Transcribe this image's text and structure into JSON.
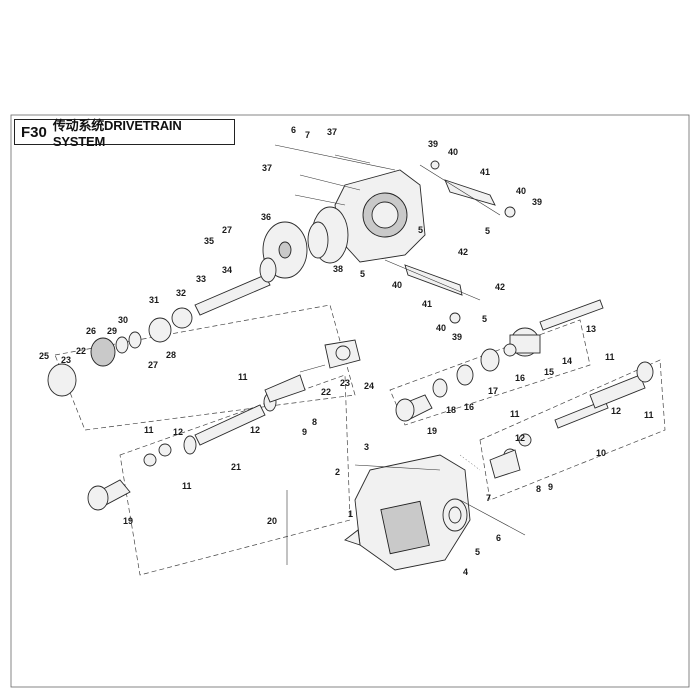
{
  "header": {
    "code": "F30",
    "title": "传动系统DRIVETRAIN SYSTEM"
  },
  "callouts": {
    "l1": "1",
    "l2": "2",
    "l3": "3",
    "l4": "4",
    "l5a": "5",
    "l5b": "5",
    "l5c": "5",
    "l5d": "5",
    "l5e": "5",
    "l6a": "6",
    "l6b": "6",
    "l7a": "7",
    "l7b": "7",
    "l8a": "8",
    "l8b": "8",
    "l9a": "9",
    "l9b": "9",
    "l10": "10",
    "l11a": "11",
    "l11b": "11",
    "l11c": "11",
    "l11d": "11",
    "l11e": "11",
    "l11f": "11",
    "l12a": "12",
    "l12b": "12",
    "l12c": "12",
    "l12d": "12",
    "l13": "13",
    "l14": "14",
    "l15": "15",
    "l16a": "16",
    "l16b": "16",
    "l17": "17",
    "l18": "18",
    "l19a": "19",
    "l19b": "19",
    "l20": "20",
    "l21": "21",
    "l22a": "22",
    "l22b": "22",
    "l23a": "23",
    "l23b": "23",
    "l24": "24",
    "l25": "25",
    "l26": "26",
    "l27a": "27",
    "l27b": "27",
    "l28": "28",
    "l29": "29",
    "l30": "30",
    "l31": "31",
    "l32": "32",
    "l33": "33",
    "l34": "34",
    "l35": "35",
    "l36": "36",
    "l37a": "37",
    "l37b": "37",
    "l38": "38",
    "l39a": "39",
    "l39b": "39",
    "l39c": "39",
    "l40a": "40",
    "l40b": "40",
    "l40c": "40",
    "l40d": "40",
    "l41a": "41",
    "l41b": "41",
    "l42a": "42",
    "l42b": "42"
  },
  "colors": {
    "ink": "#2a2a2a",
    "paper": "#ffffff",
    "part_fill": "#f1f1f1"
  }
}
